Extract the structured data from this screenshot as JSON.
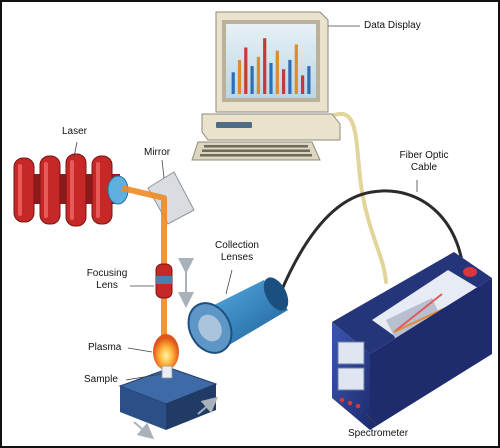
{
  "labels": {
    "data_display": "Data Display",
    "fiber_optic_line1": "Fiber Optic",
    "fiber_optic_line2": "Cable",
    "laser": "Laser",
    "mirror": "Mirror",
    "collection_line1": "Collection",
    "collection_line2": "Lenses",
    "focusing_line1": "Focusing",
    "focusing_line2": "Lens",
    "plasma": "Plasma",
    "sample": "Sample",
    "spectrometer": "Spectrometer"
  },
  "colors": {
    "laser_red": "#c62828",
    "beam_orange": "#f08a24",
    "computer_beige": "#e9e2cc",
    "screen_bg": "#cfe3ec",
    "lens_blue": "#2a7fc1",
    "spectrometer_blue": "#2c3f8f",
    "sample_blue": "#2b4f86",
    "cable": "#2b2b2b",
    "display_cable": "#e2d59a",
    "arrow_gray": "#a9b2bb"
  },
  "display_bars": [
    {
      "color": "#2f6db5",
      "level": 0.35
    },
    {
      "color": "#e08a2e",
      "level": 0.55
    },
    {
      "color": "#c23a3a",
      "level": 0.75
    },
    {
      "color": "#2f6db5",
      "level": 0.45
    },
    {
      "color": "#e08a2e",
      "level": 0.6
    },
    {
      "color": "#c23a3a",
      "level": 0.9
    },
    {
      "color": "#2f6db5",
      "level": 0.5
    },
    {
      "color": "#e08a2e",
      "level": 0.7
    },
    {
      "color": "#c23a3a",
      "level": 0.4
    },
    {
      "color": "#2f6db5",
      "level": 0.55
    },
    {
      "color": "#e08a2e",
      "level": 0.8
    },
    {
      "color": "#c23a3a",
      "level": 0.3
    },
    {
      "color": "#2f6db5",
      "level": 0.45
    }
  ]
}
